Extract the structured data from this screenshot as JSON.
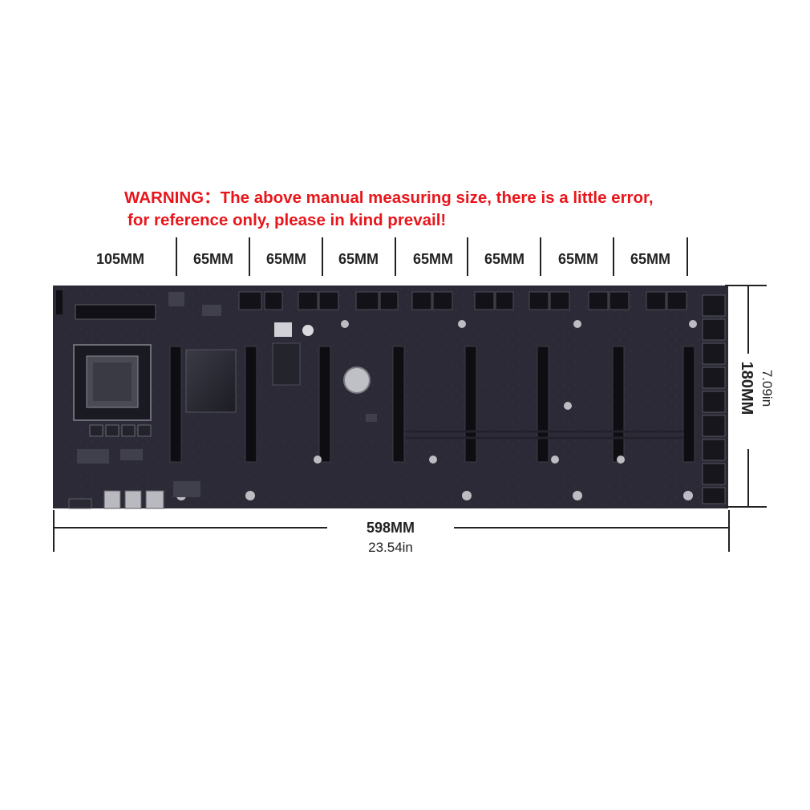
{
  "warning": {
    "line1": "WARNING：The above manual measuring size, there is a little error,",
    "line2": "for reference only, please in kind prevail!"
  },
  "segments": [
    "105MM",
    "65MM",
    "65MM",
    "65MM",
    "65MM",
    "65MM",
    "65MM",
    "65MM"
  ],
  "width_dim": {
    "mm": "598MM",
    "inch": "23.54in"
  },
  "height_dim": {
    "mm": "180MM",
    "inch": "7.09in"
  },
  "colors": {
    "warning": "#e8161b",
    "board": "#2b2a36",
    "slot": "#0d0d12"
  }
}
